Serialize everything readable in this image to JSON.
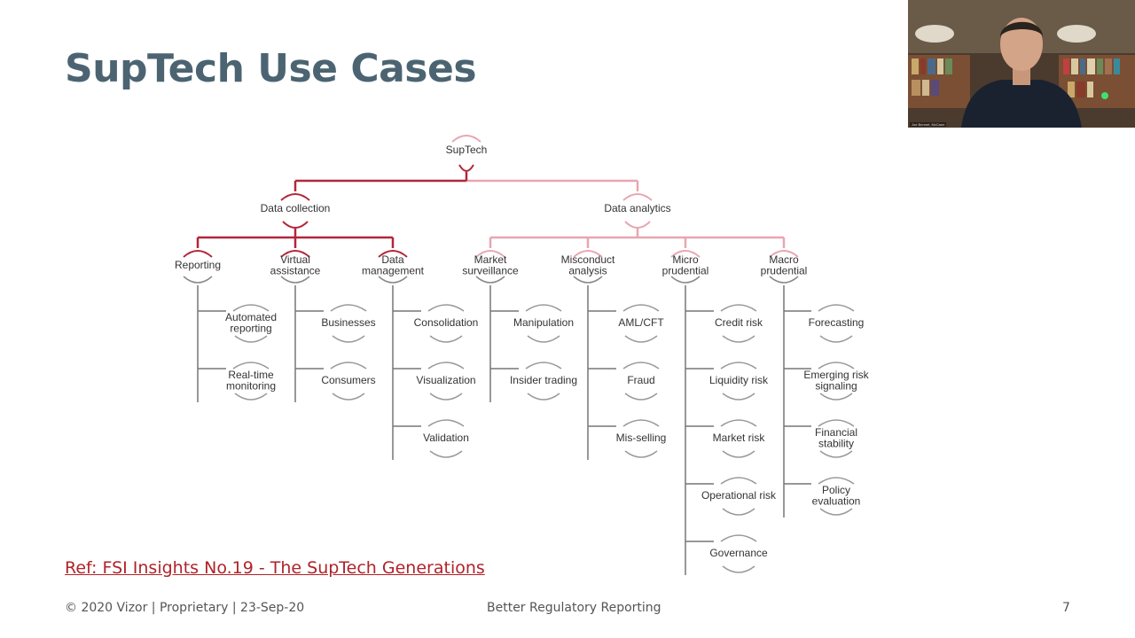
{
  "slide": {
    "title": "SupTech Use Cases",
    "reference_link": "Ref: FSI Insights No.19 - The SupTech Generations"
  },
  "footer": {
    "copyright": "© 2020 Vizor | Proprietary | 23-Sep-20",
    "center": "Better Regulatory Reporting",
    "page_number": "7"
  },
  "video": {
    "participant_name": "Joe Bennet, McCann",
    "top_label": ""
  },
  "colors": {
    "title": "#4c6472",
    "collection_branch": "#b3263a",
    "analytics_branch": "#e8a6b1",
    "leaf_line": "#777777",
    "ref_link": "#b0232a"
  },
  "tree": {
    "root": "SupTech",
    "branches": [
      {
        "label": "Data collection",
        "groups": [
          {
            "label": [
              "Reporting"
            ],
            "leaves": [
              [
                "Automated",
                "reporting"
              ],
              [
                "Real-time",
                "monitoring"
              ]
            ]
          },
          {
            "label": [
              "Virtual",
              "assistance"
            ],
            "leaves": [
              [
                "Businesses"
              ],
              [
                "Consumers"
              ]
            ]
          },
          {
            "label": [
              "Data",
              "management"
            ],
            "leaves": [
              [
                "Consolidation"
              ],
              [
                "Visualization"
              ],
              [
                "Validation"
              ]
            ]
          }
        ]
      },
      {
        "label": "Data analytics",
        "groups": [
          {
            "label": [
              "Market",
              "surveillance"
            ],
            "leaves": [
              [
                "Manipulation"
              ],
              [
                "Insider trading"
              ]
            ]
          },
          {
            "label": [
              "Misconduct",
              "analysis"
            ],
            "leaves": [
              [
                "AML/CFT"
              ],
              [
                "Fraud"
              ],
              [
                "Mis-selling"
              ]
            ]
          },
          {
            "label": [
              "Micro",
              "prudential"
            ],
            "leaves": [
              [
                "Credit risk"
              ],
              [
                "Liquidity risk"
              ],
              [
                "Market risk"
              ],
              [
                "Operational risk"
              ],
              [
                "Governance"
              ]
            ]
          },
          {
            "label": [
              "Macro",
              "prudential"
            ],
            "leaves": [
              [
                "Forecasting"
              ],
              [
                "Emerging risk",
                "signaling"
              ],
              [
                "Financial",
                "stability"
              ],
              [
                "Policy",
                "evaluation"
              ]
            ]
          }
        ]
      }
    ]
  }
}
